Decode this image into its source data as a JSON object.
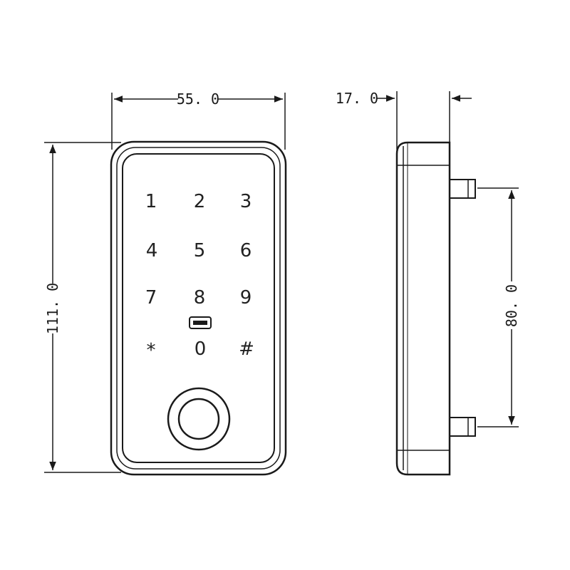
{
  "front_view": {
    "width_label": "55. 0",
    "height_label": "111. 0",
    "keys": [
      {
        "label": "1"
      },
      {
        "label": "2"
      },
      {
        "label": "3"
      },
      {
        "label": "4"
      },
      {
        "label": "5"
      },
      {
        "label": "6"
      },
      {
        "label": "7"
      },
      {
        "label": "8"
      },
      {
        "label": "9"
      },
      {
        "label": "*"
      },
      {
        "label": "0"
      },
      {
        "label": "#"
      }
    ]
  },
  "side_view": {
    "depth_label": "17. 0",
    "spacing_label": "80. 0"
  },
  "colors": {
    "line": "#1a1a1a",
    "panel": "#ffffff",
    "background": "#ffffff"
  }
}
